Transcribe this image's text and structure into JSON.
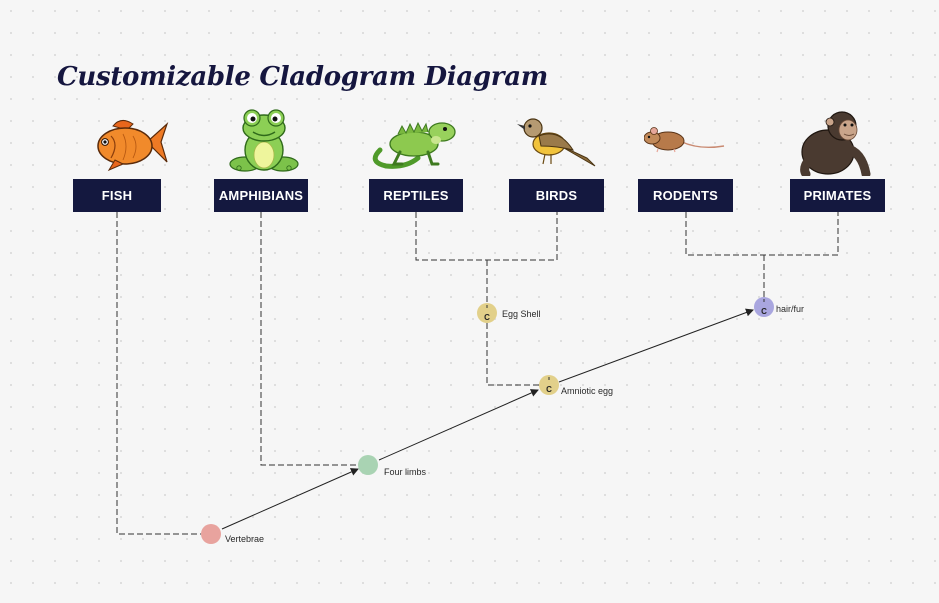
{
  "title": "Customizable Cladogram Diagram",
  "taxa": [
    {
      "label": "FISH"
    },
    {
      "label": "AMPHIBIANS"
    },
    {
      "label": "REPTILES"
    },
    {
      "label": "BIRDS"
    },
    {
      "label": "RODENTS"
    },
    {
      "label": "PRIMATES"
    }
  ],
  "traits": [
    {
      "label": "Vertebrae",
      "color": "#e8a39e",
      "marker": ""
    },
    {
      "label": "Four limbs",
      "color": "#a9d3b3",
      "marker": ""
    },
    {
      "label": "Egg Shell",
      "color": "#e2d08a",
      "marker": "C"
    },
    {
      "label": "Amniotic egg",
      "color": "#e2d08a",
      "marker": "C"
    },
    {
      "label": "hair/fur",
      "color": "#a9a6df",
      "marker": "C"
    }
  ],
  "colors": {
    "taxon_box": "#14183f",
    "title": "#15163f",
    "line": "#222222"
  },
  "icons": [
    "goldfish-icon",
    "frog-icon",
    "iguana-icon",
    "bird-icon",
    "mouse-icon",
    "chimpanzee-icon"
  ]
}
